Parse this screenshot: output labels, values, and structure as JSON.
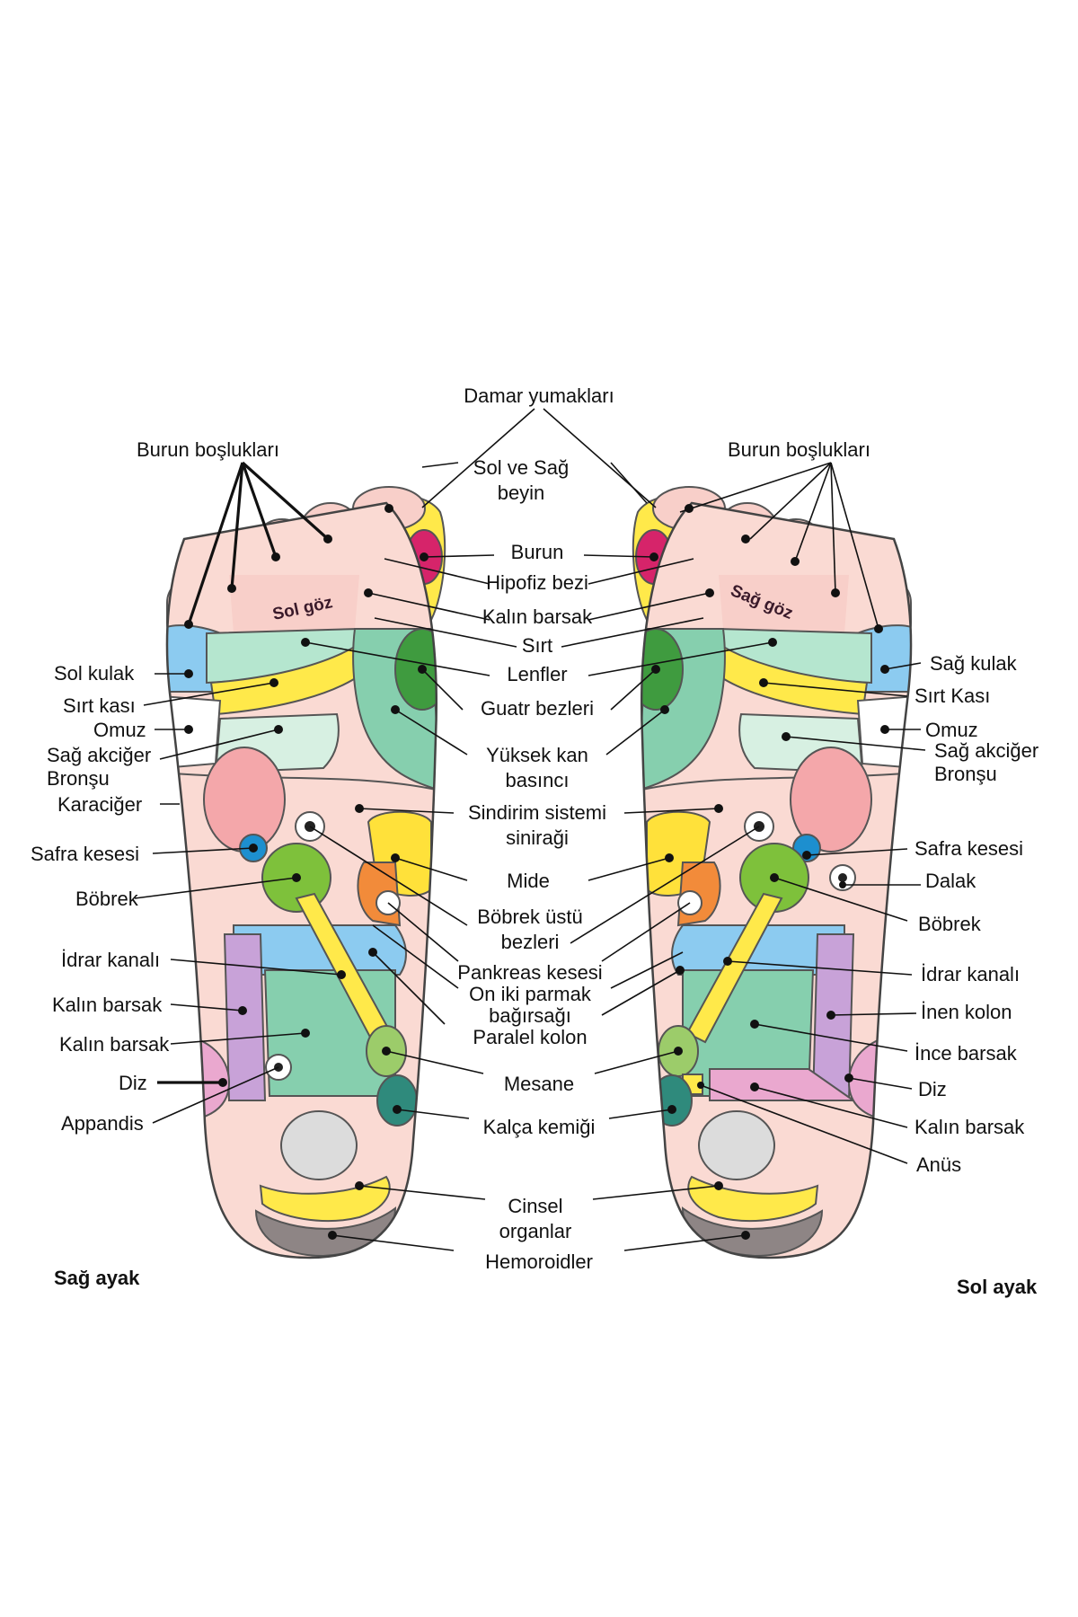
{
  "labels": {
    "damar_yumaklari": "Damar yumakları",
    "sol_ve_sag_beyin_1": "Sol ve Sağ",
    "sol_ve_sag_beyin_2": "beyin",
    "burun": "Burun",
    "hipofiz_bezi": "Hipofiz bezi",
    "kalin_barsak_top": "Kalın barsak",
    "sirt": "Sırt",
    "lenfler": "Lenfler",
    "guatr_bezleri": "Guatr bezleri",
    "yuksek_kan_1": "Yüksek kan",
    "yuksek_kan_2": "basıncı",
    "sindirim_1": "Sindirim sistemi",
    "sindirim_2": "siniraği",
    "mide": "Mide",
    "bobrek_ustu_1": "Böbrek üstü",
    "bobrek_ustu_2": "bezleri",
    "pankreas": "Pankreas kesesi",
    "on_iki_1": "On iki parmak",
    "on_iki_2": "bağırsağı",
    "paralel_kolon": "Paralel kolon",
    "mesane": "Mesane",
    "kalca": "Kalça kemiği",
    "cinsel_1": "Cinsel",
    "cinsel_2": "organlar",
    "hemoroidler": "Hemoroidler"
  },
  "right_foot": {
    "caption": "Sağ ayak",
    "toe_label": "Sol göz",
    "burun_bosluklari": "Burun boşlukları",
    "sol_kulak": "Sol kulak",
    "sirt_kasi": "Sırt kası",
    "omuz": "Omuz",
    "sag_akciger_1": "Sağ akciğer",
    "sag_akciger_2": "Bronşu",
    "karaciger": "Karaciğer",
    "safra_kesesi": "Safra kesesi",
    "bobrek": "Böbrek",
    "idrar_kanali": "İdrar kanalı",
    "kalin_barsak_1": "Kalın barsak",
    "kalin_barsak_2": "Kalın barsak",
    "diz": "Diz",
    "appandis": "Appandis"
  },
  "left_foot": {
    "caption": "Sol ayak",
    "toe_label": "Sağ göz",
    "burun_bosluklari": "Burun boşlukları",
    "sag_kulak": "Sağ kulak",
    "sirt_kasi": "Sırt Kası",
    "omuz": "Omuz",
    "sag_akciger_1": "Sağ akciğer",
    "sag_akciger_2": "Bronşu",
    "safra_kesesi": "Safra kesesi",
    "dalak": "Dalak",
    "bobrek": "Böbrek",
    "idrar_kanali": "İdrar kanalı",
    "inen_kolon": "İnen kolon",
    "ince_barsak": "İnce barsak",
    "diz": "Diz",
    "kalin_barsak": "Kalın barsak",
    "anus": "Anüs"
  },
  "colors": {
    "toe_pink": "#f8cfc9",
    "big_toe_yellow": "#ffe94a",
    "nose_magenta": "#d6246a",
    "ear_blue": "#8ccbf0",
    "mint": "#b5e6cf",
    "lung_mint": "#d7f0e2",
    "teal": "#86cfae",
    "dark_green": "#3f9b3f",
    "liver_pink": "#f4a7aa",
    "sole_pink": "#fadad3",
    "stomach_yellow": "#ffe13a",
    "pancreas_orange": "#f28b3a",
    "kidney_green": "#7ec13b",
    "gall_blue": "#1d8fcf",
    "colon_blue": "#8ccbf0",
    "colon_purple": "#c8a2d8",
    "knee_pink": "#eaa8cf",
    "intestine_green": "#86cfae",
    "bladder_green": "#9ccc6a",
    "hip_teal": "#2f8a7c",
    "heel_grey": "#dcdcdc",
    "sex_yellow": "#ffe94a",
    "hemorrhoid_grey": "#8e8585"
  }
}
